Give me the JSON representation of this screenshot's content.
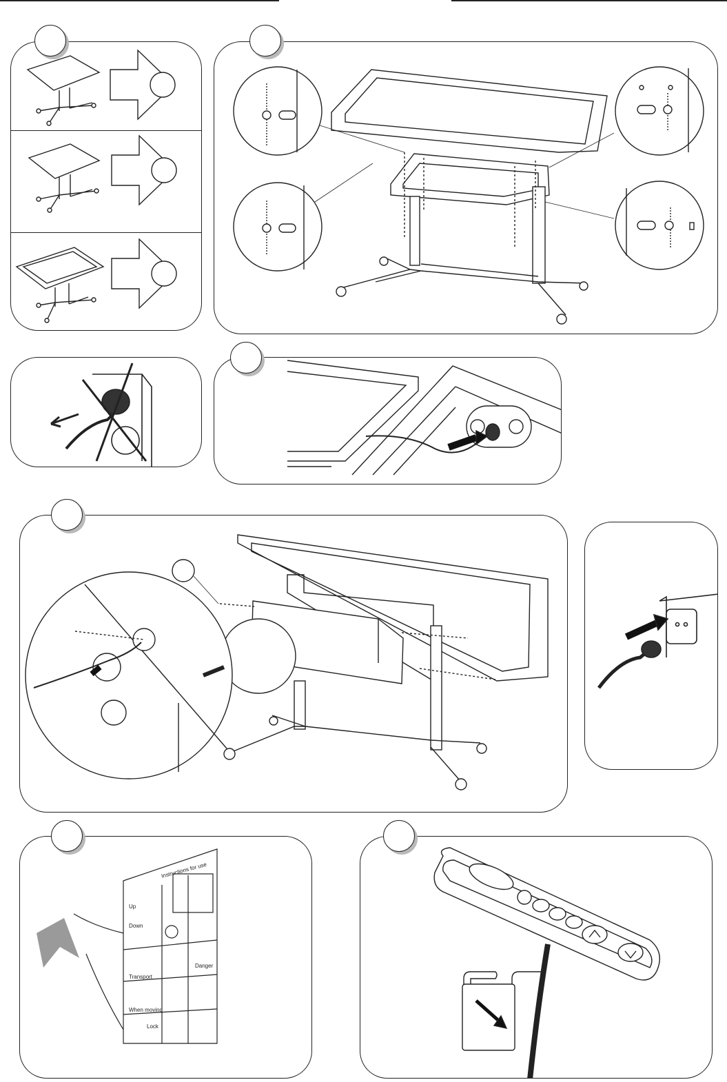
{
  "sheet": {
    "title": "Instructions for use",
    "labels": [
      "Up",
      "Down",
      "Transport",
      "When moving",
      "Lock",
      "Danger"
    ]
  },
  "colors": {
    "line": "#222222",
    "shadow": "#b9b9b9",
    "arrow_gray": "#9a9a9a",
    "black": "#111111"
  },
  "icons": [
    "screen-icon",
    "stand-icon",
    "plug-icon",
    "socket-icon",
    "arrow-icon",
    "hand-control-icon",
    "clip-icon"
  ]
}
